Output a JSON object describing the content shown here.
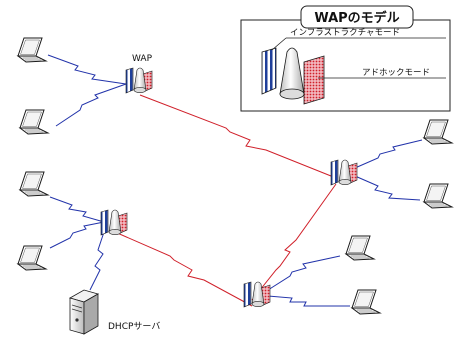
{
  "legend": {
    "title": "WAPのモデル",
    "infra_label": "インフラストラクチャモード",
    "adhoc_label": "アドホックモード"
  },
  "labels": {
    "wap": "WAP",
    "dhcp_server": "DHCPサーバ"
  },
  "colors": {
    "infra_link": "#2233aa",
    "adhoc_link": "#d0202a",
    "adhoc_fill": "#e35a68",
    "ap_body": "#e6e6e6"
  },
  "icons": {
    "access_point": "access-point-icon",
    "laptop": "laptop-icon",
    "server": "server-icon",
    "wireless_link": "lightning-link-icon"
  }
}
